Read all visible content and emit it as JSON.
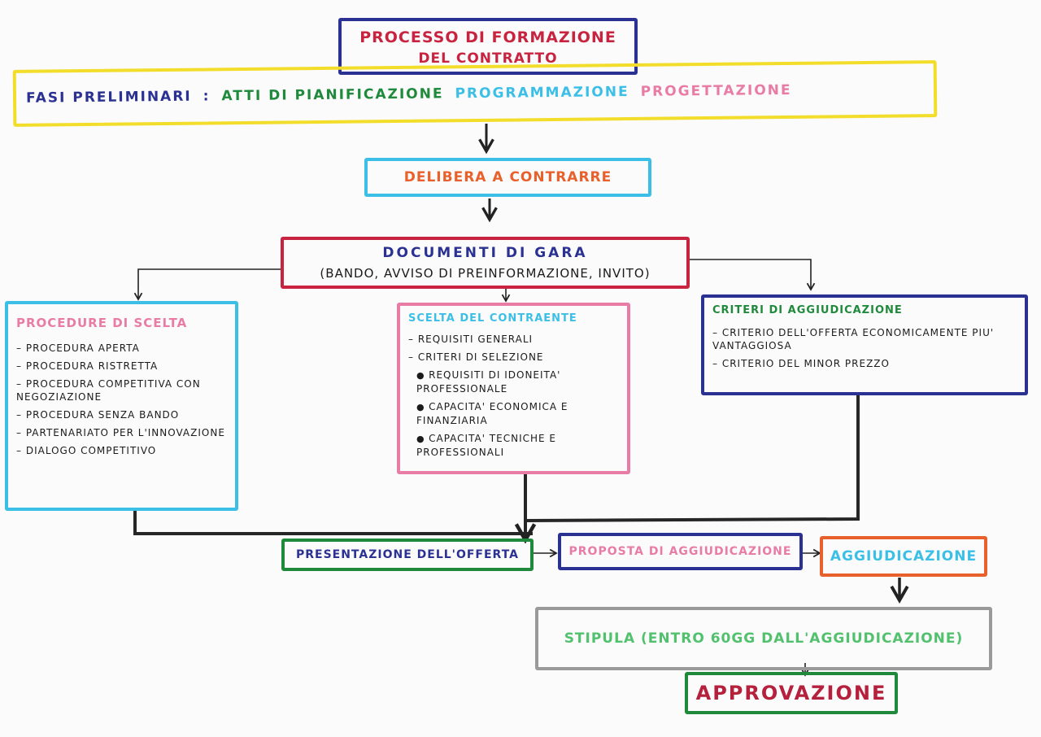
{
  "title": {
    "line1": "PROCESSO DI FORMAZIONE",
    "line2": "DEL CONTRATTO"
  },
  "fasi_preliminari": {
    "label": "FASI PRELIMINARI",
    "separator": ":",
    "items": [
      "ATTI DI PIANIFICAZIONE",
      "PROGRAMMAZIONE",
      "PROGETTAZIONE"
    ]
  },
  "delibera": "DELIBERA A CONTRARRE",
  "documenti_gara": {
    "title": "DOCUMENTI DI GARA",
    "subtitle": "(BANDO, AVVISO DI PREINFORMAZIONE, INVITO)"
  },
  "procedure_scelta": {
    "title": "PROCEDURE DI SCELTA",
    "items": [
      "PROCEDURA APERTA",
      "PROCEDURA RISTRETTA",
      "PROCEDURA COMPETITIVA CON NEGOZIAZIONE",
      "PROCEDURA SENZA BANDO",
      "PARTENARIATO PER L'INNOVAZIONE",
      "DIALOGO COMPETITIVO"
    ]
  },
  "scelta_contraente": {
    "title": "SCELTA DEL CONTRAENTE",
    "items": [
      "REQUISITI GENERALI",
      "CRITERI DI SELEZIONE"
    ],
    "sub_items": [
      "REQUISITI DI IDONEITA' PROFESSIONALE",
      "CAPACITA' ECONOMICA E FINANZIARIA",
      "CAPACITA' TECNICHE E PROFESSIONALI"
    ]
  },
  "criteri_aggiudicazione": {
    "title": "CRITERI DI AGGIUDICAZIONE",
    "items": [
      "CRITERIO DELL'OFFERTA ECONOMICAMENTE PIU' VANTAGGIOSA",
      "CRITERIO DEL MINOR PREZZO"
    ]
  },
  "presentazione": "PRESENTAZIONE DELL'OFFERTA",
  "proposta": "PROPOSTA DI AGGIUDICAZIONE",
  "aggiudicazione": "AGGIUDICAZIONE",
  "stipula": "STIPULA (ENTRO 60GG DALL'AGGIUDICAZIONE)",
  "approvazione": "APPROVAZIONE",
  "colors": {
    "red": "#c8243f",
    "navy": "#2b3192",
    "yellow": "#f2dd2a",
    "green": "#1f8a3b",
    "cyan": "#3bbfe6",
    "pink": "#e87ca5",
    "orange": "#e8602c",
    "gray": "#9a9a9a",
    "crimson": "#b5213c",
    "leaf": "#2fa84a",
    "light_green": "#52c16d",
    "ink": "#222222"
  }
}
